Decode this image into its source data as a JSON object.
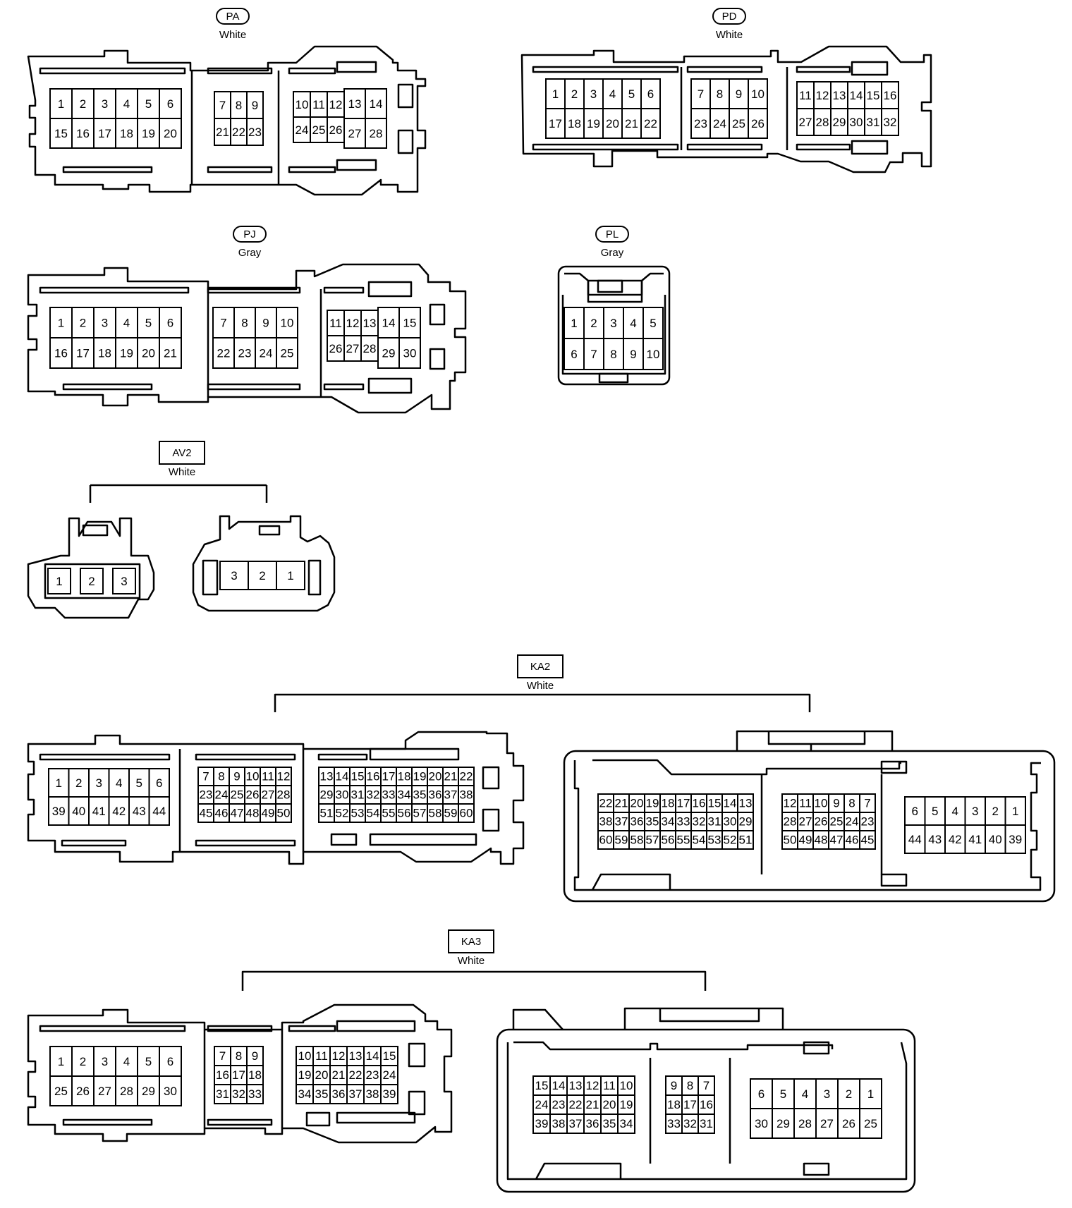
{
  "connectors": [
    {
      "id": "PA",
      "color": "White",
      "label_style": "oval",
      "blocks": [
        [
          [
            "1",
            "2",
            "3",
            "4",
            "5",
            "6"
          ],
          [
            "15",
            "16",
            "17",
            "18",
            "19",
            "20"
          ]
        ],
        [
          [
            "7",
            "8",
            "9"
          ],
          [
            "21",
            "22",
            "23"
          ]
        ],
        [
          [
            "10",
            "11",
            "12",
            "13",
            "14"
          ],
          [
            "24",
            "25",
            "26",
            "27",
            "28"
          ]
        ]
      ]
    },
    {
      "id": "PD",
      "color": "White",
      "label_style": "oval",
      "blocks": [
        [
          [
            "1",
            "2",
            "3",
            "4",
            "5",
            "6"
          ],
          [
            "17",
            "18",
            "19",
            "20",
            "21",
            "22"
          ]
        ],
        [
          [
            "7",
            "8",
            "9",
            "10"
          ],
          [
            "23",
            "24",
            "25",
            "26"
          ]
        ],
        [
          [
            "11",
            "12",
            "13",
            "14",
            "15",
            "16"
          ],
          [
            "27",
            "28",
            "29",
            "30",
            "31",
            "32"
          ]
        ]
      ]
    },
    {
      "id": "PJ",
      "color": "Gray",
      "label_style": "oval",
      "blocks": [
        [
          [
            "1",
            "2",
            "3",
            "4",
            "5",
            "6"
          ],
          [
            "16",
            "17",
            "18",
            "19",
            "20",
            "21"
          ]
        ],
        [
          [
            "7",
            "8",
            "9",
            "10"
          ],
          [
            "22",
            "23",
            "24",
            "25"
          ]
        ],
        [
          [
            "11",
            "12",
            "13",
            "14",
            "15"
          ],
          [
            "26",
            "27",
            "28",
            "29",
            "30"
          ]
        ]
      ]
    },
    {
      "id": "PL",
      "color": "Gray",
      "label_style": "oval",
      "blocks": [
        [
          [
            "1",
            "2",
            "3",
            "4",
            "5"
          ],
          [
            "6",
            "7",
            "8",
            "9",
            "10"
          ]
        ]
      ]
    },
    {
      "id": "AV2",
      "color": "White",
      "label_style": "box",
      "views": [
        {
          "pins": [
            "1",
            "2",
            "3"
          ]
        },
        {
          "pins": [
            "3",
            "2",
            "1"
          ]
        }
      ]
    },
    {
      "id": "KA2",
      "color": "White",
      "label_style": "box",
      "views": [
        {
          "blocks": [
            [
              [
                "1",
                "2",
                "3",
                "4",
                "5",
                "6"
              ],
              [
                "39",
                "40",
                "41",
                "42",
                "43",
                "44"
              ]
            ],
            [
              [
                "7",
                "8",
                "9",
                "10",
                "11",
                "12"
              ],
              [
                "23",
                "24",
                "25",
                "26",
                "27",
                "28"
              ],
              [
                "45",
                "46",
                "47",
                "48",
                "49",
                "50"
              ]
            ],
            [
              [
                "13",
                "14",
                "15",
                "16",
                "17",
                "18",
                "19",
                "20",
                "21",
                "22"
              ],
              [
                "29",
                "30",
                "31",
                "32",
                "33",
                "34",
                "35",
                "36",
                "37",
                "38"
              ],
              [
                "51",
                "52",
                "53",
                "54",
                "55",
                "56",
                "57",
                "58",
                "59",
                "60"
              ]
            ]
          ]
        },
        {
          "blocks": [
            [
              [
                "22",
                "21",
                "20",
                "19",
                "18",
                "17",
                "16",
                "15",
                "14",
                "13"
              ],
              [
                "38",
                "37",
                "36",
                "35",
                "34",
                "33",
                "32",
                "31",
                "30",
                "29"
              ],
              [
                "60",
                "59",
                "58",
                "57",
                "56",
                "55",
                "54",
                "53",
                "52",
                "51"
              ]
            ],
            [
              [
                "12",
                "11",
                "10",
                "9",
                "8",
                "7"
              ],
              [
                "28",
                "27",
                "26",
                "25",
                "24",
                "23"
              ],
              [
                "50",
                "49",
                "48",
                "47",
                "46",
                "45"
              ]
            ],
            [
              [
                "6",
                "5",
                "4",
                "3",
                "2",
                "1"
              ],
              [
                "44",
                "43",
                "42",
                "41",
                "40",
                "39"
              ]
            ]
          ]
        }
      ]
    },
    {
      "id": "KA3",
      "color": "White",
      "label_style": "box",
      "views": [
        {
          "blocks": [
            [
              [
                "1",
                "2",
                "3",
                "4",
                "5",
                "6"
              ],
              [
                "25",
                "26",
                "27",
                "28",
                "29",
                "30"
              ]
            ],
            [
              [
                "7",
                "8",
                "9"
              ],
              [
                "16",
                "17",
                "18"
              ],
              [
                "31",
                "32",
                "33"
              ]
            ],
            [
              [
                "10",
                "11",
                "12",
                "13",
                "14",
                "15"
              ],
              [
                "19",
                "20",
                "21",
                "22",
                "23",
                "24"
              ],
              [
                "34",
                "35",
                "36",
                "37",
                "38",
                "39"
              ]
            ]
          ]
        },
        {
          "blocks": [
            [
              [
                "15",
                "14",
                "13",
                "12",
                "11",
                "10"
              ],
              [
                "24",
                "23",
                "22",
                "21",
                "20",
                "19"
              ],
              [
                "39",
                "38",
                "37",
                "36",
                "35",
                "34"
              ]
            ],
            [
              [
                "9",
                "8",
                "7"
              ],
              [
                "18",
                "17",
                "16"
              ],
              [
                "33",
                "32",
                "31"
              ]
            ],
            [
              [
                "6",
                "5",
                "4",
                "3",
                "2",
                "1"
              ],
              [
                "30",
                "29",
                "28",
                "27",
                "26",
                "25"
              ]
            ]
          ]
        }
      ]
    }
  ]
}
